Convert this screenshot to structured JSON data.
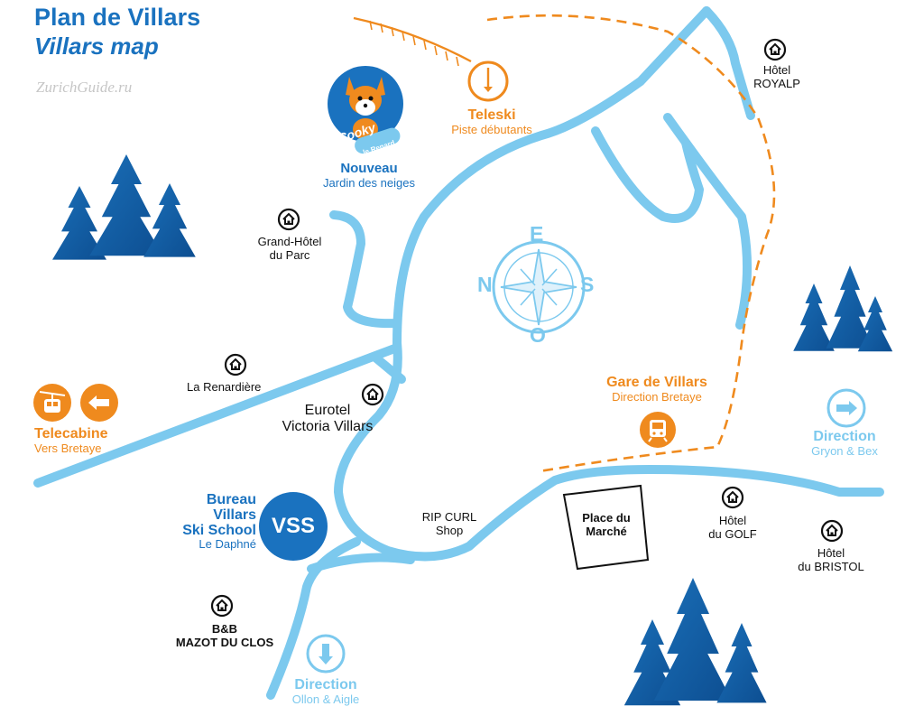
{
  "header": {
    "title_fr": "Plan de Villars",
    "title_en": "Villars map",
    "watermark": "ZurichGuide.ru"
  },
  "colors": {
    "road": "#7cc9ee",
    "orange": "#ef8a1e",
    "dark_blue": "#1a72bf",
    "tree_blue": "#1668b3"
  },
  "icons": {
    "hotel": "house-in-circle-icon",
    "telecabine": "cable-car-icon",
    "train": "train-icon",
    "skilift": "ski-lift-icon",
    "compass": "compass-rose-icon",
    "mascot": "fox-mascot-icon",
    "trees": "pine-trees-icon"
  },
  "compass": {
    "north": "E",
    "west": "N",
    "east": "S",
    "south": "O"
  },
  "mascot": {
    "badge_text": "Cooky",
    "badge_sub": "le Renard"
  },
  "places": {
    "teleski": {
      "title": "Teleski",
      "subtitle": "Piste débutants"
    },
    "nouveau": {
      "title": "Nouveau",
      "subtitle": "Jardin des neiges"
    },
    "royalp": {
      "line1": "Hôtel",
      "line2": "ROYALP"
    },
    "grand_hotel": {
      "line1": "Grand-Hôtel",
      "line2": "du Parc"
    },
    "renardiere": {
      "line1": "La Renardière"
    },
    "eurotel": {
      "line1": "Eurotel",
      "line2": "Victoria Villars"
    },
    "telecabine": {
      "title": "Telecabine",
      "subtitle": "Vers Bretaye"
    },
    "gare": {
      "title": "Gare de Villars",
      "subtitle": "Direction Bretaye"
    },
    "direction_gryon": {
      "title": "Direction",
      "subtitle": "Gryon & Bex"
    },
    "vss": {
      "line1": "Bureau",
      "line2": "Villars",
      "line3": "Ski School",
      "subtitle": "Le Daphné",
      "badge": "VSS"
    },
    "ripcurl": {
      "line1": "RIP CURL",
      "line2": "Shop"
    },
    "marche": {
      "line1": "Place du",
      "line2": "Marché"
    },
    "golf": {
      "line1": "Hôtel",
      "line2": "du GOLF"
    },
    "bristol": {
      "line1": "Hôtel",
      "line2": "du BRISTOL"
    },
    "mazot": {
      "line1": "B&B",
      "line2": "MAZOT DU CLOS"
    },
    "direction_ollon": {
      "title": "Direction",
      "subtitle": "Ollon & Aigle"
    }
  }
}
